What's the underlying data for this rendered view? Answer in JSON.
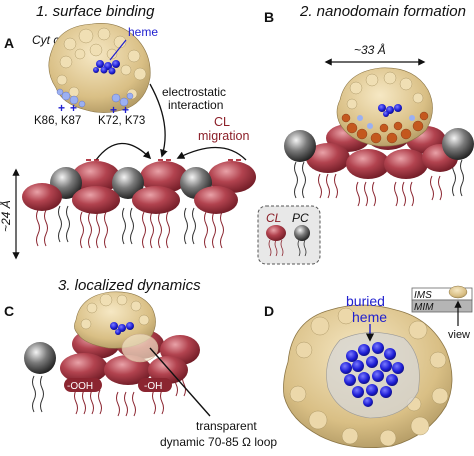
{
  "panels": {
    "A": {
      "letter": "A",
      "title": "1. surface binding"
    },
    "B": {
      "letter": "B",
      "title": "2. nanodomain formation"
    },
    "C": {
      "letter": "C",
      "title": "3. localized dynamics"
    },
    "D": {
      "letter": "D"
    }
  },
  "labels": {
    "cytc": "Cyt c",
    "heme": "heme",
    "k86": "K86, K87",
    "k72": "K72, K73",
    "electrostatic1": "electrostatic",
    "electrostatic2": "interaction",
    "cl_migration1": "CL",
    "cl_migration2": "migration",
    "width": "~33 Å",
    "height": "~24 Å",
    "legend_cl": "CL",
    "legend_pc": "PC",
    "ooh1": "-OOH",
    "ooh2": "-OH",
    "transparent1": "transparent",
    "transparent2": "dynamic 70-85 Ω loop",
    "buried1": "buried",
    "buried2": "heme",
    "ims": "IMS",
    "mim": "MIM",
    "view": "view"
  },
  "colors": {
    "protein": "#e2cc98",
    "heme": "#1f1fcf",
    "cl_head": "#a83a46",
    "pc_head": "#3a3a3a",
    "cl_tail": "#8b2530",
    "charge": "#a01020"
  }
}
